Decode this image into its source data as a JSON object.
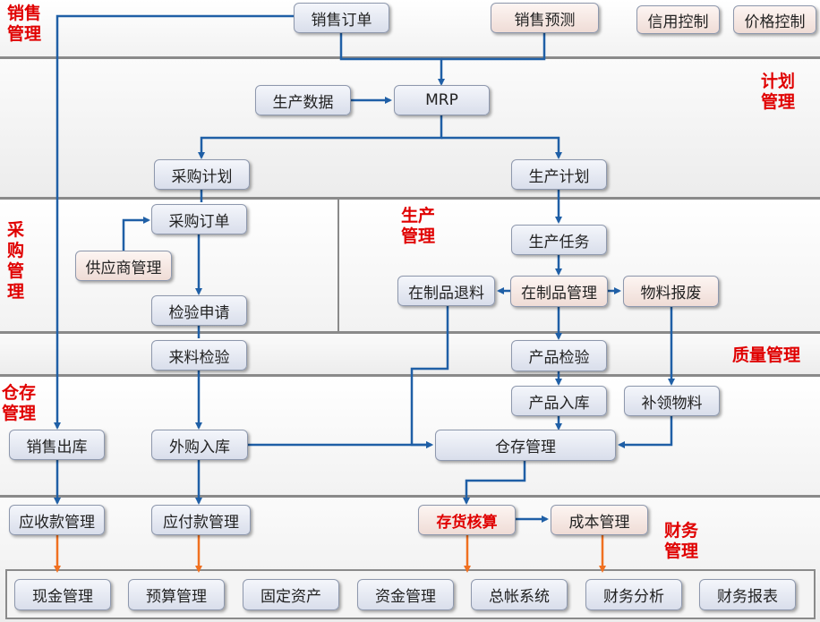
{
  "sections": {
    "sales": "销售管理",
    "planning": "计划管理",
    "purchasing": "采购管理",
    "production": "生产管理",
    "quality": "质量管理",
    "warehouse": "仓存管理",
    "finance": "财务管理"
  },
  "nodes": {
    "sales_order": "销售订单",
    "sales_forecast": "销售预测",
    "credit_control": "信用控制",
    "price_control": "价格控制",
    "production_data": "生产数据",
    "mrp": "MRP",
    "purchase_plan": "采购计划",
    "production_plan": "生产计划",
    "purchase_order": "采购订单",
    "supplier_mgmt": "供应商管理",
    "inspection_request": "检验申请",
    "production_task": "生产任务",
    "wip_return": "在制品退料",
    "wip_mgmt": "在制品管理",
    "material_scrap": "物料报废",
    "incoming_inspection": "来料检验",
    "product_inspection": "产品检验",
    "product_inbound": "产品入库",
    "material_replenish": "补领物料",
    "sales_outbound": "销售出库",
    "purchase_inbound": "外购入库",
    "warehouse_mgmt": "仓存管理",
    "receivables": "应收款管理",
    "payables": "应付款管理",
    "inventory_accounting": "存货核算",
    "cost_mgmt": "成本管理"
  },
  "finance_modules": [
    "现金管理",
    "预算管理",
    "固定资产",
    "资金管理",
    "总帐系统",
    "财务分析",
    "财务报表"
  ],
  "colors": {
    "arrow_blue": "#1f5fa6",
    "arrow_orange": "#f07020",
    "label_red": "#e00000",
    "box_blue": "#dfe3ee",
    "box_pink": "#f3e2dc"
  }
}
